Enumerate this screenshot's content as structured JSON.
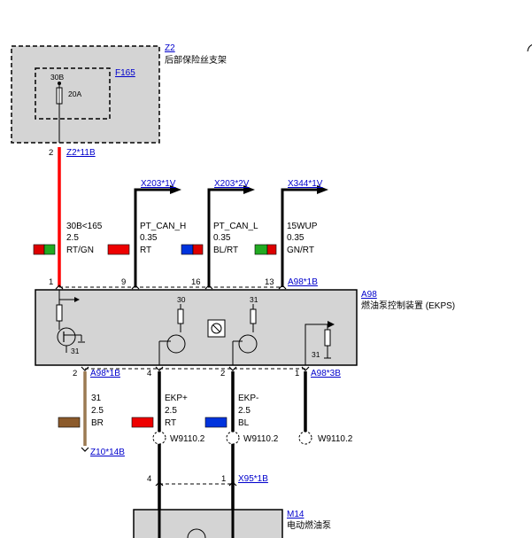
{
  "fuse_box": {
    "ref": "Z2",
    "name": "后部保险丝支架",
    "fuse_ref": "F165",
    "fuse_pin": "30B",
    "fuse_rating": "20A",
    "out_pin": "2",
    "out_connector": "Z2*11B"
  },
  "outputs": [
    {
      "connector": "X203*1V"
    },
    {
      "connector": "X203*2V"
    },
    {
      "connector": "X344*1V"
    }
  ],
  "wires_top": [
    {
      "signal": "30B<165",
      "size": "2.5",
      "color_code": "RT/GN",
      "pin": "1",
      "colors": [
        "#dd0000",
        "#22aa22"
      ]
    },
    {
      "signal": "PT_CAN_H",
      "size": "0.35",
      "color_code": "RT",
      "pin": "9",
      "colors": [
        "#ee0000",
        "#ee0000"
      ]
    },
    {
      "signal": "PT_CAN_L",
      "size": "0.35",
      "color_code": "BL/RT",
      "pin": "16",
      "colors": [
        "#0033dd",
        "#dd0000"
      ]
    },
    {
      "signal": "15WUP",
      "size": "0.35",
      "color_code": "GN/RT",
      "pin": "13",
      "colors": [
        "#22aa22",
        "#dd0000"
      ]
    }
  ],
  "ekps": {
    "ref": "A98",
    "name": "燃油泵控制装置 (EKPS)",
    "top_connector": "A98*1B",
    "ground_left": "31",
    "ground_right": "31",
    "term_30": "30",
    "term_31": "31"
  },
  "wires_bottom": [
    {
      "pin": "2",
      "connector": "A98*1B",
      "signal": "31",
      "size": "2.5",
      "color_code": "BR",
      "color": "#8b5a2b",
      "end_connector": "Z10*14B"
    },
    {
      "pin": "4",
      "signal": "EKP+",
      "size": "2.5",
      "color_code": "RT",
      "color": "#ee0000",
      "splice": "W9110.2"
    },
    {
      "pin": "2",
      "signal": "EKP-",
      "size": "2.5",
      "color_code": "BL",
      "color": "#0033dd",
      "splice": "W9110.2"
    },
    {
      "pin": "1",
      "connector": "A98*3B",
      "splice": "W9110.2"
    }
  ],
  "pump_connector": {
    "pin_left": "4",
    "pin_right": "1",
    "connector": "X95*1B"
  },
  "pump": {
    "ref": "M14",
    "name": "电动燃油泵"
  },
  "colors": {
    "link": "#0000cc",
    "module_fill": "#d4d4d4",
    "red_wire": "#ff0000",
    "brown_wire": "#9b7a52"
  }
}
